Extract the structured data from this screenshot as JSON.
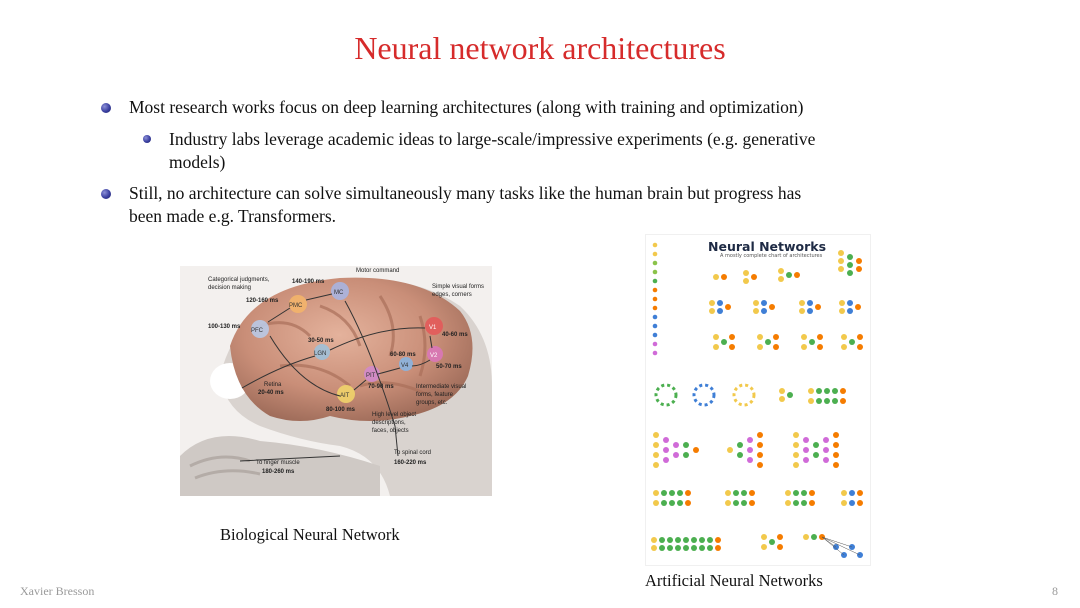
{
  "slide": {
    "title": "Neural network architectures",
    "bullets": [
      "Most research works focus on deep learning architectures (along with training and optimization)",
      "Industry labs leverage academic ideas to large-scale/impressive experiments (e.g. generative models)",
      "Still, no architecture can solve simultaneously many tasks like the human brain but progress has been made e.g. Transformers."
    ],
    "bullet_sub_line1": "Industry labs leverage academic ideas to large-scale/impressive experiments (e.g. generative",
    "bullet_sub_line2": "models)",
    "bullet_3_line1": "Still, no architecture can solve simultaneously many tasks like the human brain but progress has",
    "bullet_3_line2": "been made e.g. Transformers.",
    "left_caption": "Biological Neural Network",
    "right_caption": "Artificial Neural Networks",
    "author": "Xavier Bresson",
    "page_number": "8"
  },
  "brain_figure": {
    "labels": {
      "categorical": "Categorical judgments,",
      "decision": "decision making",
      "motor_command": "Motor command",
      "simple_visual": "Simple visual forms",
      "edges": "edges, corners",
      "t140": "140-190 ms",
      "t120": "120-160 ms",
      "t100": "100-130 ms",
      "t30": "30-50 ms",
      "t40": "40-60 ms",
      "t50": "50-70 ms",
      "t60": "60-80 ms",
      "t70": "70-90 ms",
      "t80": "80-100 ms",
      "retina": "Retina",
      "t20": "20-40 ms",
      "intermediate1": "Intermediate visual",
      "intermediate2": "forms, feature",
      "intermediate3": "groups, etc.",
      "high1": "High level object",
      "high2": "descriptions,",
      "high3": "faces, objects",
      "spinal": "To spinal cord",
      "t160": "160-220 ms",
      "finger": "To finger muscle",
      "t180": "180-260 ms",
      "pfc": "PFC",
      "pmc": "PMC",
      "mc": "MC",
      "lgn": "LGN",
      "v1": "V1",
      "v2": "V2",
      "v4": "V4",
      "pit": "PIT",
      "ait": "AIT"
    }
  },
  "nn_chart": {
    "title": "Neural Networks",
    "subtitle": "A mostly complete chart of architectures"
  },
  "colors": {
    "title": "#d62b2b",
    "bullet": "#3a3fa0"
  }
}
